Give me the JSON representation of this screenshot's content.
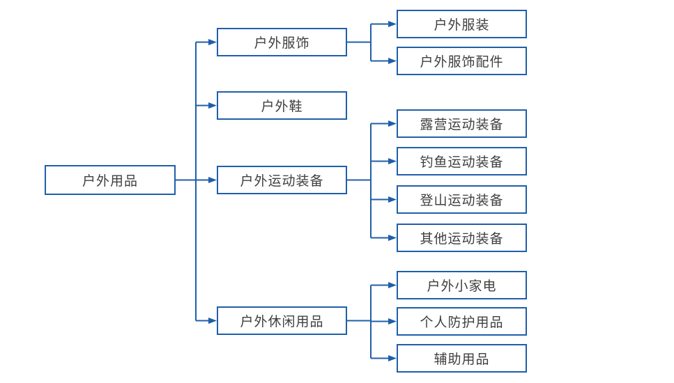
{
  "colors": {
    "line": "#1F5FA9",
    "box_border": "#1F5FA9",
    "text": "#3F3F3F",
    "background": "#FFFFFF"
  },
  "tree": {
    "root": {
      "label": "户外用品"
    },
    "branches": [
      {
        "label": "户外服饰",
        "children": [
          {
            "label": "户外服装"
          },
          {
            "label": "户外服饰配件"
          }
        ]
      },
      {
        "label": "户外鞋",
        "children": []
      },
      {
        "label": "户外运动装备",
        "children": [
          {
            "label": "露营运动装备"
          },
          {
            "label": "钓鱼运动装备"
          },
          {
            "label": "登山运动装备"
          },
          {
            "label": "其他运动装备"
          }
        ]
      },
      {
        "label": "户外休闲用品",
        "children": [
          {
            "label": "户外小家电"
          },
          {
            "label": "个人防护用品"
          },
          {
            "label": "辅助用品"
          }
        ]
      }
    ]
  }
}
